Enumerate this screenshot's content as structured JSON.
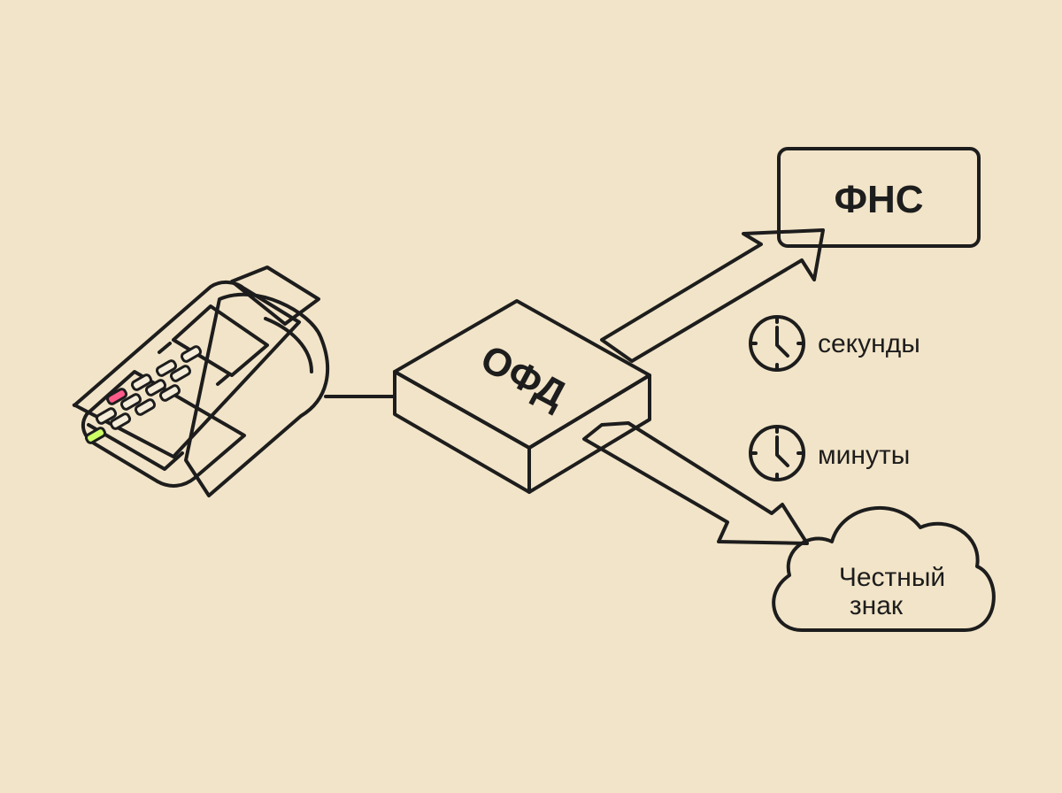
{
  "diagram": {
    "ofd_label": "ОФД",
    "fns_label": "ФНС",
    "honest_mark_line1": "Честный",
    "honest_mark_line2": "знак",
    "fast_label": "секунды",
    "slow_label": "минуты"
  },
  "icons": {
    "terminal": "payment-terminal-icon",
    "fast_clock": "clock-icon",
    "slow_clock": "clock-icon",
    "cloud": "cloud-icon"
  },
  "colors": {
    "background": "#f2e4c8",
    "ink": "#1d1d1d",
    "box_top": "#f4ecd8",
    "box_side": "#ff5b8a",
    "screen": "#ff5b8a",
    "arrow_green": "#ccff66",
    "arrow_pink": "#ff5b8a",
    "key_red": "#ff5b8a",
    "key_green": "#ccff66",
    "white": "#faf5ea"
  }
}
